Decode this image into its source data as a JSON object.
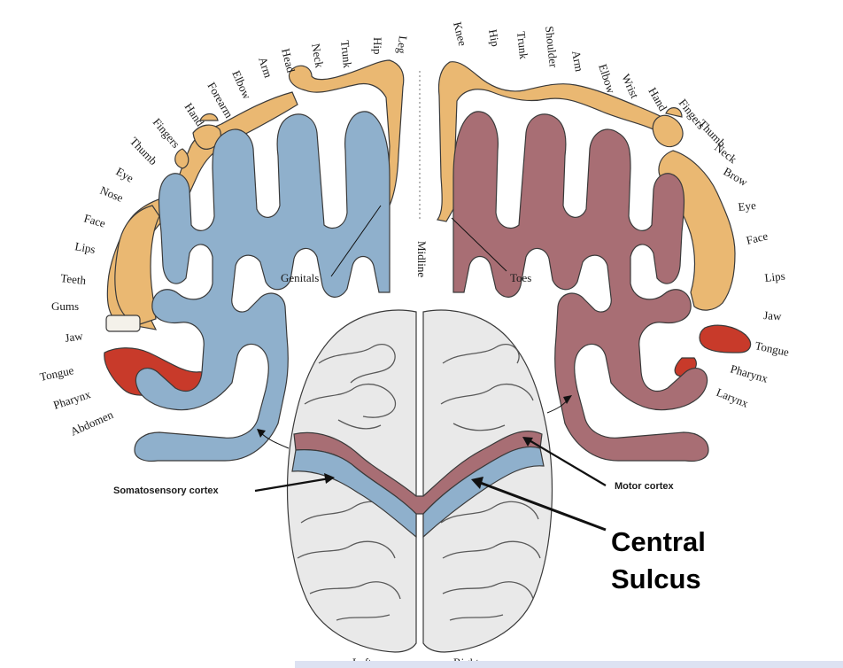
{
  "colors": {
    "somatosensory": "#8fb0cc",
    "motor": "#a86e74",
    "body_skin": "#eab872",
    "tongue": "#c83a2a",
    "brain": "#e9e9e9",
    "outline": "#3a3a3a"
  },
  "sensory_labels": [
    "Leg",
    "Hip",
    "Trunk",
    "Neck",
    "Head",
    "Arm",
    "Elbow",
    "Forearm",
    "Hand",
    "Fingers",
    "Thumb",
    "Eye",
    "Nose",
    "Face",
    "Lips",
    "Teeth",
    "Gums",
    "Jaw",
    "Tongue",
    "Pharynx",
    "Abdomen"
  ],
  "motor_labels": [
    "Knee",
    "Hip",
    "Trunk",
    "Shoulder",
    "Arm",
    "Elbow",
    "Wrist",
    "Hand",
    "Fingers",
    "Thumb",
    "Neck",
    "Brow",
    "Eye",
    "Face",
    "Lips",
    "Jaw",
    "Tongue",
    "Pharynx",
    "Larynx"
  ],
  "annotations": {
    "genitals": "Genitals",
    "midline": "Midline",
    "toes": "Toes",
    "somatosensory_cortex": "Somatosensory cortex",
    "motor_cortex": "Motor cortex",
    "central_sulcus_line1": "Central",
    "central_sulcus_line2": "Sulcus",
    "left": "Left",
    "right": "Right"
  }
}
